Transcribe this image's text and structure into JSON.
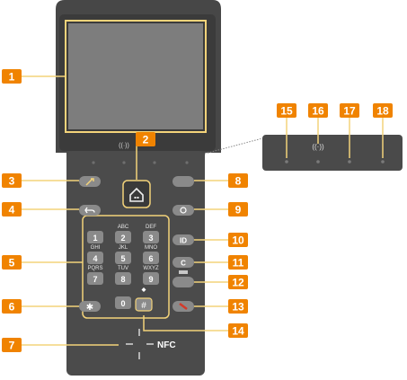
{
  "callouts": [
    "1",
    "2",
    "3",
    "4",
    "5",
    "6",
    "7",
    "8",
    "9",
    "10",
    "11",
    "12",
    "13",
    "14",
    "15",
    "16",
    "17",
    "18"
  ],
  "keypad": [
    {
      "digit": "1",
      "letters": ""
    },
    {
      "digit": "2",
      "letters": "ABC"
    },
    {
      "digit": "3",
      "letters": "DEF"
    },
    {
      "digit": "4",
      "letters": "GHI"
    },
    {
      "digit": "5",
      "letters": "JKL"
    },
    {
      "digit": "6",
      "letters": "MNO"
    },
    {
      "digit": "7",
      "letters": "PQRS"
    },
    {
      "digit": "8",
      "letters": "TUV"
    },
    {
      "digit": "9",
      "letters": "WXYZ"
    },
    {
      "digit": "0",
      "letters": ""
    }
  ],
  "keys": {
    "star": "✱",
    "hash": "#",
    "id": "ID",
    "clear": "C"
  },
  "nfc_label": "NFC",
  "wifi_symbol": "((·))",
  "colors": {
    "callout_orange": "#f08300",
    "panel_dark": "#454545",
    "panel_bezel": "#3a3a3a",
    "screen_gray": "#7c7c7c",
    "highlight_yellow": "#f3d37a",
    "stop_red": "#d23a2a"
  }
}
